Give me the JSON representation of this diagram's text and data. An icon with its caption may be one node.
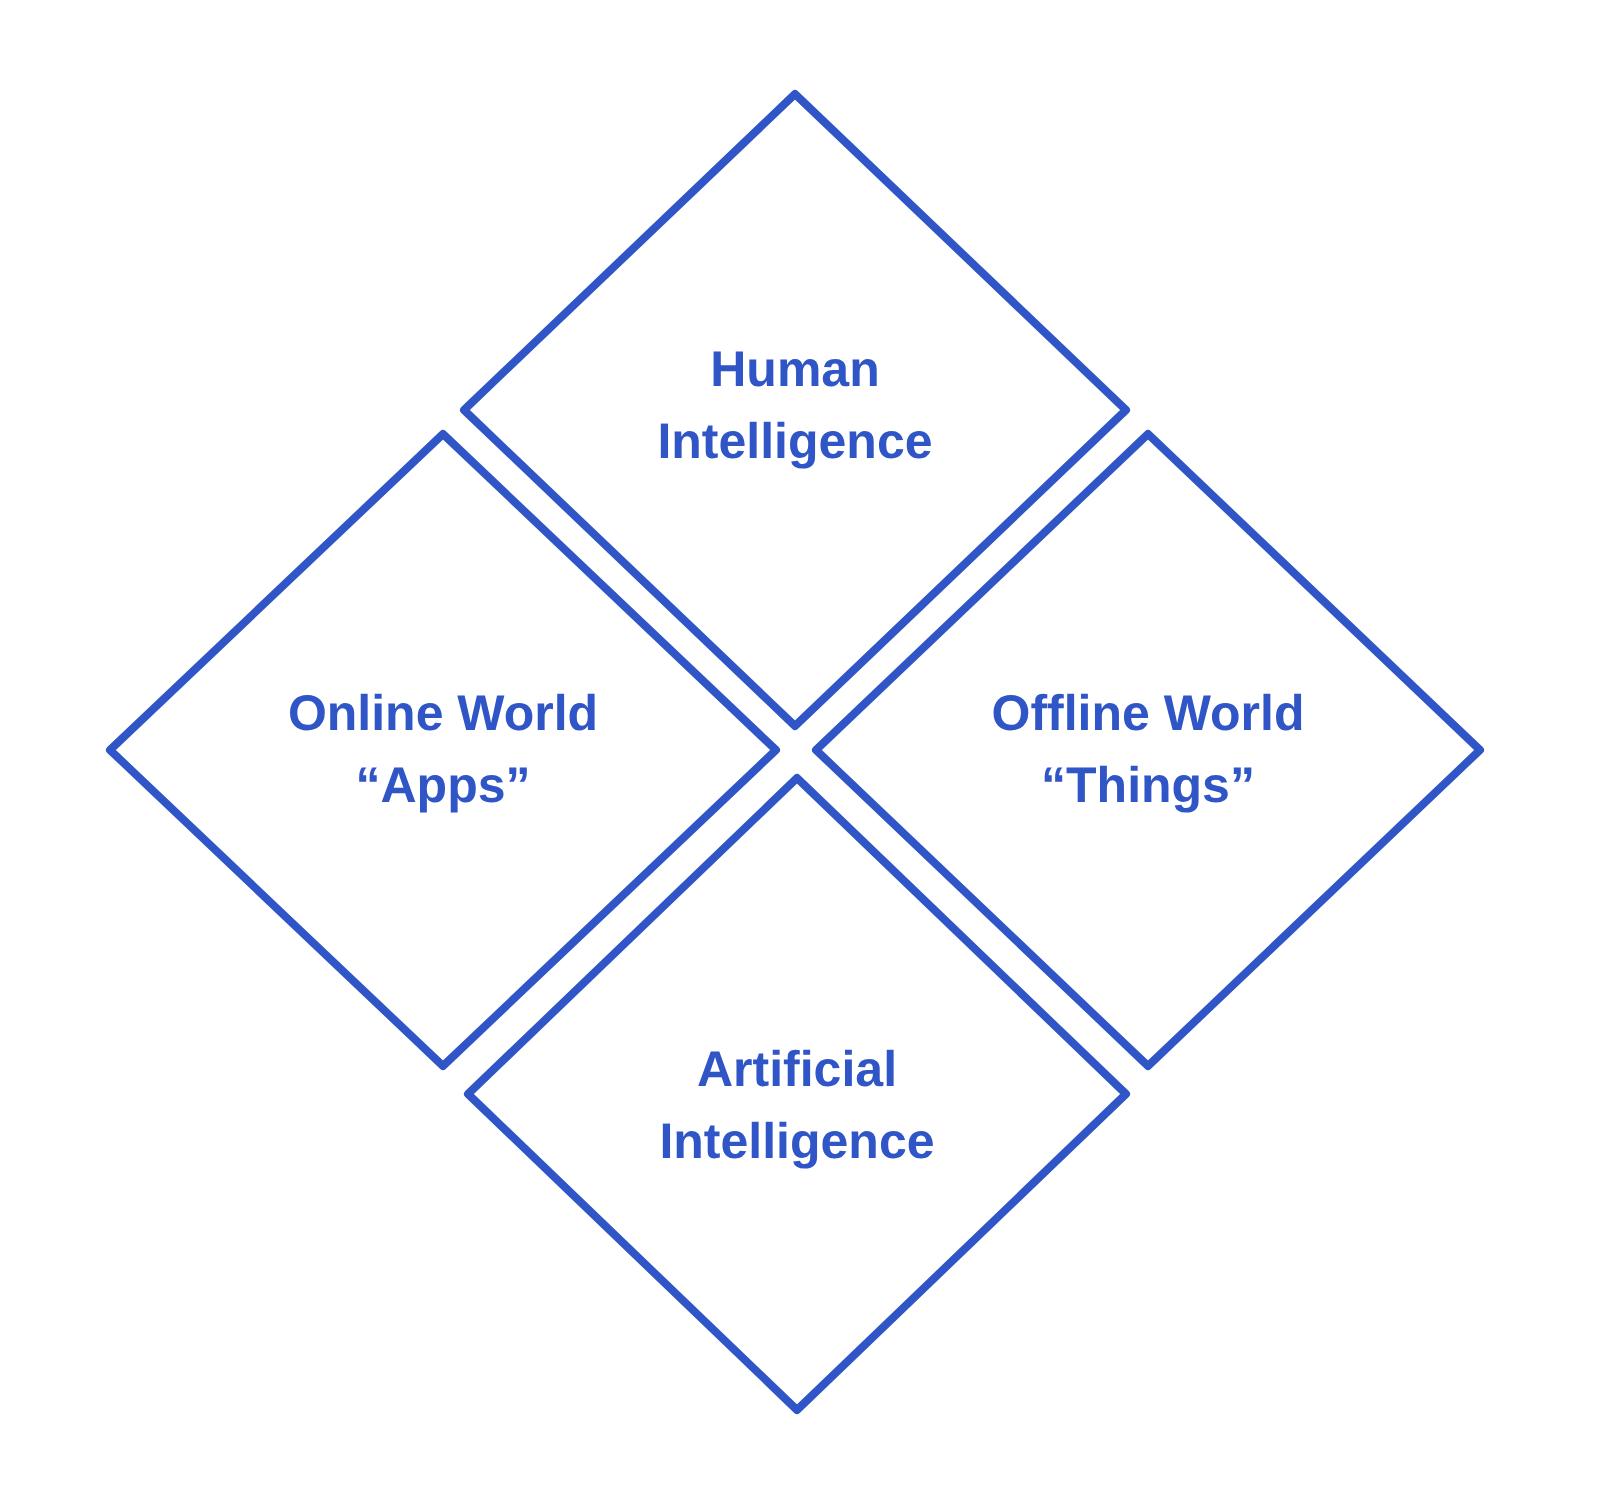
{
  "diagram": {
    "nodes": [
      {
        "text": [
          "Human Intelligence"
        ]
      },
      {
        "text": [
          "Online World “Apps”"
        ]
      },
      {
        "text": [
          "Offline World “Things”"
        ]
      },
      {
        "text": [
          "Artificial Intelligence"
        ]
      }
    ]
  }
}
